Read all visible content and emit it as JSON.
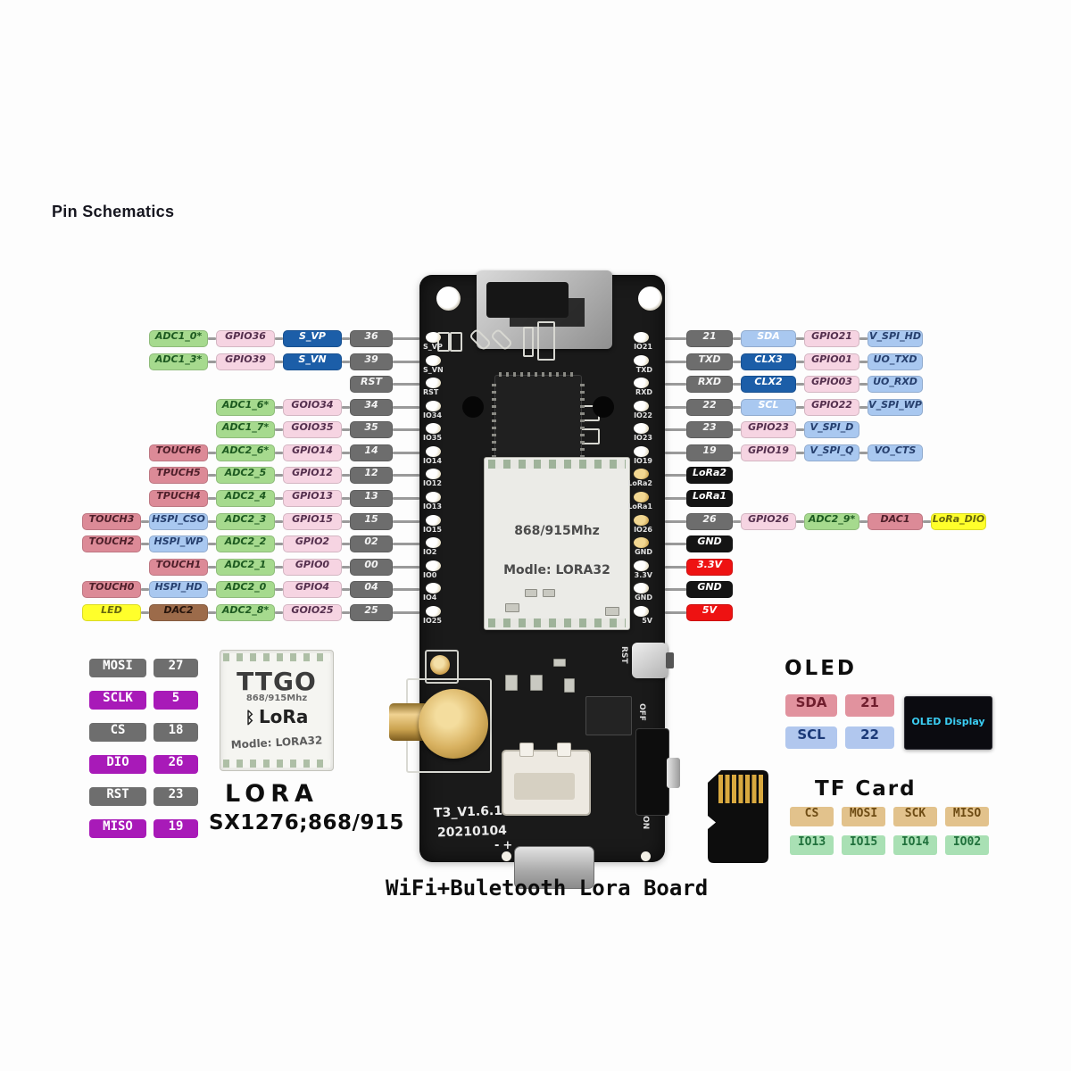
{
  "title": "Pin Schematics",
  "caption": "WiFi+Buletooth Lora Board",
  "palette": {
    "adc_green": "#a6da8e",
    "gpio_pink": "#f6d4e2",
    "rtc_navy": "#1c5ea8",
    "pin_gray": "#6d6d6d",
    "touch_red": "#dc8a97",
    "hspi_blue": "#a9c8f0",
    "led_yellow": "#ffff2b",
    "dac_brown": "#9c6b4a",
    "gnd_black": "#141414",
    "power_red": "#ee1212",
    "spi_magenta": "#a81ab8",
    "tf_tan": "#e2c28c",
    "tf_green": "#a9e0b4",
    "oled_cyan": "#3bcdf2"
  },
  "pin_rows_left": [
    [
      [
        "ADC1_0*",
        "green"
      ],
      [
        "GPIO36",
        "pink"
      ],
      [
        "S_VP",
        "navy"
      ],
      [
        "36",
        "gray"
      ]
    ],
    [
      [
        "ADC1_3*",
        "green"
      ],
      [
        "GPIO39",
        "pink"
      ],
      [
        "S_VN",
        "navy"
      ],
      [
        "39",
        "gray"
      ]
    ],
    [
      [
        "RST",
        "gray"
      ]
    ],
    [
      [
        "ADC1_6*",
        "green"
      ],
      [
        "GOIO34",
        "pink"
      ],
      [
        "34",
        "gray"
      ]
    ],
    [
      [
        "ADC1_7*",
        "green"
      ],
      [
        "GOIO35",
        "pink"
      ],
      [
        "35",
        "gray"
      ]
    ],
    [
      [
        "TOUCH6",
        "red"
      ],
      [
        "ADC2_6*",
        "green"
      ],
      [
        "GPIO14",
        "pink"
      ],
      [
        "14",
        "gray"
      ]
    ],
    [
      [
        "TPUCH5",
        "red"
      ],
      [
        "ADC2_5",
        "green"
      ],
      [
        "GPIO12",
        "pink"
      ],
      [
        "12",
        "gray"
      ]
    ],
    [
      [
        "TPUCH4",
        "red"
      ],
      [
        "ADC2_4",
        "green"
      ],
      [
        "GPIO13",
        "pink"
      ],
      [
        "13",
        "gray"
      ]
    ],
    [
      [
        "TOUCH3",
        "red"
      ],
      [
        "HSPI_CSO",
        "blue"
      ],
      [
        "ADC2_3",
        "green"
      ],
      [
        "GPIO15",
        "pink"
      ],
      [
        "15",
        "gray"
      ]
    ],
    [
      [
        "TOUCH2",
        "red"
      ],
      [
        "HSPI_WP",
        "blue"
      ],
      [
        "ADC2_2",
        "green"
      ],
      [
        "GPIO2",
        "pink"
      ],
      [
        "02",
        "gray"
      ]
    ],
    [
      [
        "TOUCH1",
        "red"
      ],
      [
        "ADC2_1",
        "green"
      ],
      [
        "GPIO0",
        "pink"
      ],
      [
        "00",
        "gray"
      ]
    ],
    [
      [
        "TOUCH0",
        "red"
      ],
      [
        "HSPI_HD",
        "blue"
      ],
      [
        "ADC2_0",
        "green"
      ],
      [
        "GPIO4",
        "pink"
      ],
      [
        "04",
        "gray"
      ]
    ],
    [
      [
        "LED",
        "yellow"
      ],
      [
        "DAC2",
        "brown"
      ],
      [
        "ADC2_8*",
        "green"
      ],
      [
        "GOIO25",
        "pink"
      ],
      [
        "25",
        "gray"
      ]
    ]
  ],
  "pin_rows_right": [
    [
      [
        "21",
        "gray"
      ],
      [
        "SDA",
        "blueW"
      ],
      [
        "GPIO21",
        "pink"
      ],
      [
        "V_SPI_HD",
        "blue"
      ]
    ],
    [
      [
        "TXD",
        "gray"
      ],
      [
        "CLX3",
        "navy"
      ],
      [
        "GPIO01",
        "pink"
      ],
      [
        "UO_TXD",
        "blue"
      ]
    ],
    [
      [
        "RXD",
        "gray"
      ],
      [
        "CLX2",
        "navy"
      ],
      [
        "GPIO03",
        "pink"
      ],
      [
        "UO_RXD",
        "blue"
      ]
    ],
    [
      [
        "22",
        "gray"
      ],
      [
        "SCL",
        "blueW"
      ],
      [
        "GPIO22",
        "pink"
      ],
      [
        "V_SPI_WP",
        "blue"
      ]
    ],
    [
      [
        "23",
        "gray"
      ],
      [
        "GPIO23",
        "pink"
      ],
      [
        "V_SPI_D",
        "blue"
      ]
    ],
    [
      [
        "19",
        "gray"
      ],
      [
        "GPIO19",
        "pink"
      ],
      [
        "V_SPI_Q",
        "blue"
      ],
      [
        "VO_CTS",
        "blue"
      ]
    ],
    [
      [
        "LoRa2",
        "black"
      ]
    ],
    [
      [
        "LoRa1",
        "black"
      ]
    ],
    [
      [
        "26",
        "gray"
      ],
      [
        "GPIO26",
        "pink"
      ],
      [
        "ADC2_9*",
        "green"
      ],
      [
        "DAC1",
        "red"
      ],
      [
        "LoRa_DIO",
        "yellow"
      ]
    ],
    [
      [
        "GND",
        "black"
      ]
    ],
    [
      [
        "3.3V",
        "vred"
      ]
    ],
    [
      [
        "GND",
        "black"
      ]
    ],
    [
      [
        "5V",
        "vred"
      ]
    ]
  ],
  "board": {
    "left_pins": [
      "S_VP",
      "S_VN",
      "RST",
      "IO34",
      "IO35",
      "IO14",
      "IO12",
      "IO13",
      "IO15",
      "IO2",
      "IO0",
      "IO4",
      "IO25"
    ],
    "right_pins": [
      "IO21",
      "TXD",
      "RXD",
      "IO22",
      "IO23",
      "IO19",
      "LoRa2",
      "LoRa1",
      "IO26",
      "GND",
      "3.3V",
      "GND",
      "5V"
    ],
    "freq": "868/915Mhz",
    "model": "Modle: LORA32",
    "version": "T3_V1.6.1",
    "date": "20210104",
    "rst_label": "RST",
    "off_label": "OFF",
    "on_label": "ON",
    "polarity": "-+"
  },
  "spi_table": [
    [
      "MOSI",
      "27",
      "gray"
    ],
    [
      "SCLK",
      "5",
      "mag"
    ],
    [
      "CS",
      "18",
      "gray"
    ],
    [
      "DIO",
      "26",
      "mag"
    ],
    [
      "RST",
      "23",
      "gray"
    ],
    [
      "MISO",
      "19",
      "mag"
    ]
  ],
  "lora": {
    "brand": "TTGO",
    "freq": "868/915Mhz",
    "bluetooth_icon": "ᛒ",
    "logo": "LoRa",
    "model": "Modle: LORA32",
    "title": "LORA",
    "subtitle": "SX1276;868/915"
  },
  "oled": {
    "title": "OLED",
    "rows": [
      [
        "SDA",
        "21",
        "pink"
      ],
      [
        "SCL",
        "22",
        "blue"
      ]
    ],
    "display_text": "OLED Display"
  },
  "tf": {
    "title": "TF Card",
    "signals": [
      "CS",
      "MOSI",
      "SCK",
      "MISO"
    ],
    "pins": [
      "IO13",
      "IO15",
      "IO14",
      "IO02"
    ]
  }
}
